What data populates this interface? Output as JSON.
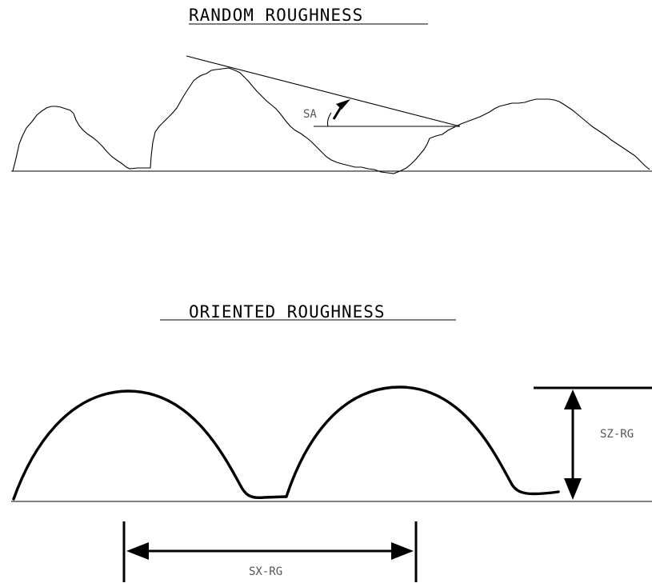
{
  "random": {
    "title": "RANDOM  ROUGHNESS",
    "angle_label": "SA"
  },
  "oriented": {
    "title": "ORIENTED ROUGHNESS",
    "height_label": "SZ-RG",
    "spacing_label": "SX-RG"
  }
}
